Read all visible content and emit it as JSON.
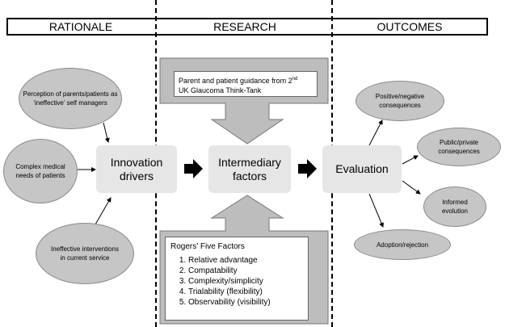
{
  "headers": {
    "rationale": "RATIONALE",
    "research": "RESEARCH",
    "outcomes": "OUTCOMES"
  },
  "drivers": {
    "perception": "Perception of parents/patients as ‘ineffective’ self managers",
    "complex": "Complex medical needs of patients",
    "ineffective": "Ineffective interventions in current service"
  },
  "boxes": {
    "innovation": "Innovation drivers",
    "intermediary": "Intermediary factors",
    "evaluation": "Evaluation"
  },
  "guidance": {
    "text_before": "Parent and patient guidance from 2",
    "sup": "nd",
    "text_after": "UK Glaucoma Think-Tank"
  },
  "rogers": {
    "title": "Rogers’ Five Factors",
    "items": [
      "Relative advantage",
      "Compatability",
      "Complexity/simplicity",
      "Trialability (flexibility)",
      "Observability (visibility)"
    ]
  },
  "outcomes": {
    "positive": "Positive/negative consequences",
    "public": "Public/private consequences",
    "informed": "Informed evolution",
    "adoption": "Adoption/rejection"
  }
}
